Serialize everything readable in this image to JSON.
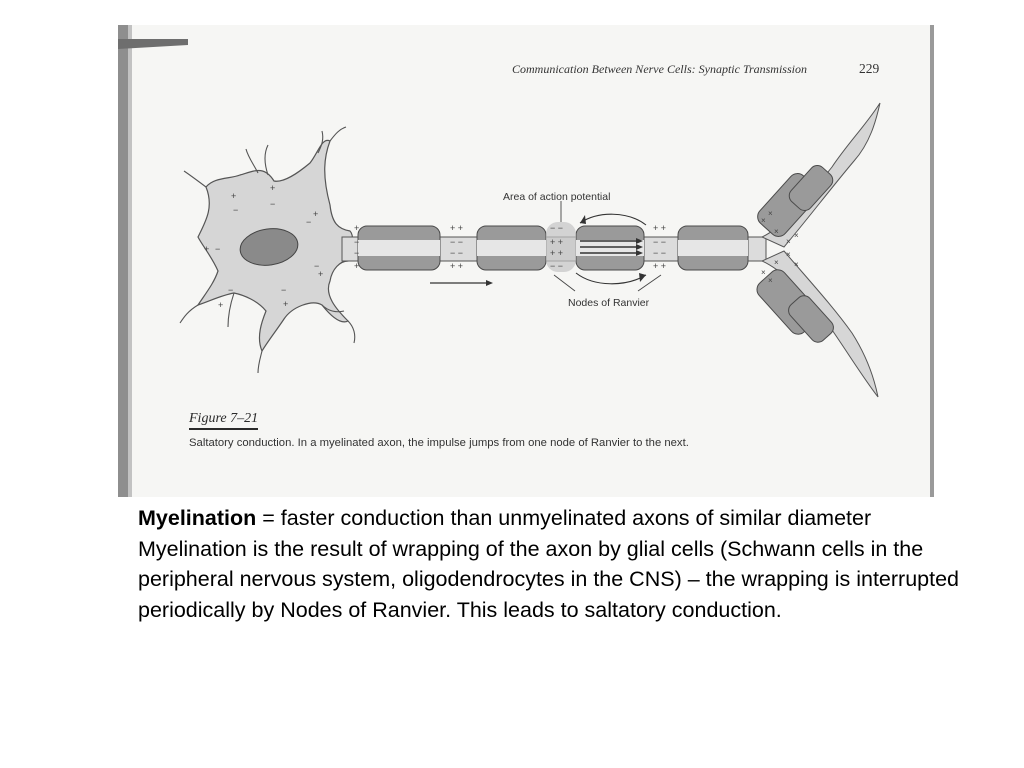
{
  "scan": {
    "header_title": "Communication Between Nerve Cells: Synaptic Transmission",
    "page_number": "229",
    "figure": {
      "label_area": "Area of action potential",
      "label_nodes": "Nodes of Ranvier",
      "title": "Figure 7–21",
      "caption": "Saltatory conduction. In a myelinated axon, the impulse jumps from one node of Ranvier to the next."
    }
  },
  "body": {
    "term": "Myelination",
    "line1_rest": " = faster conduction than unmyelinated axons of similar diameter",
    "paragraph2": "Myelination is the result of wrapping of the axon by glial cells (Schwann cells in the peripheral nervous system, oligodendrocytes in the CNS) – the wrapping is interrupted periodically by Nodes of Ranvier.  This leads to saltatory conduction."
  }
}
